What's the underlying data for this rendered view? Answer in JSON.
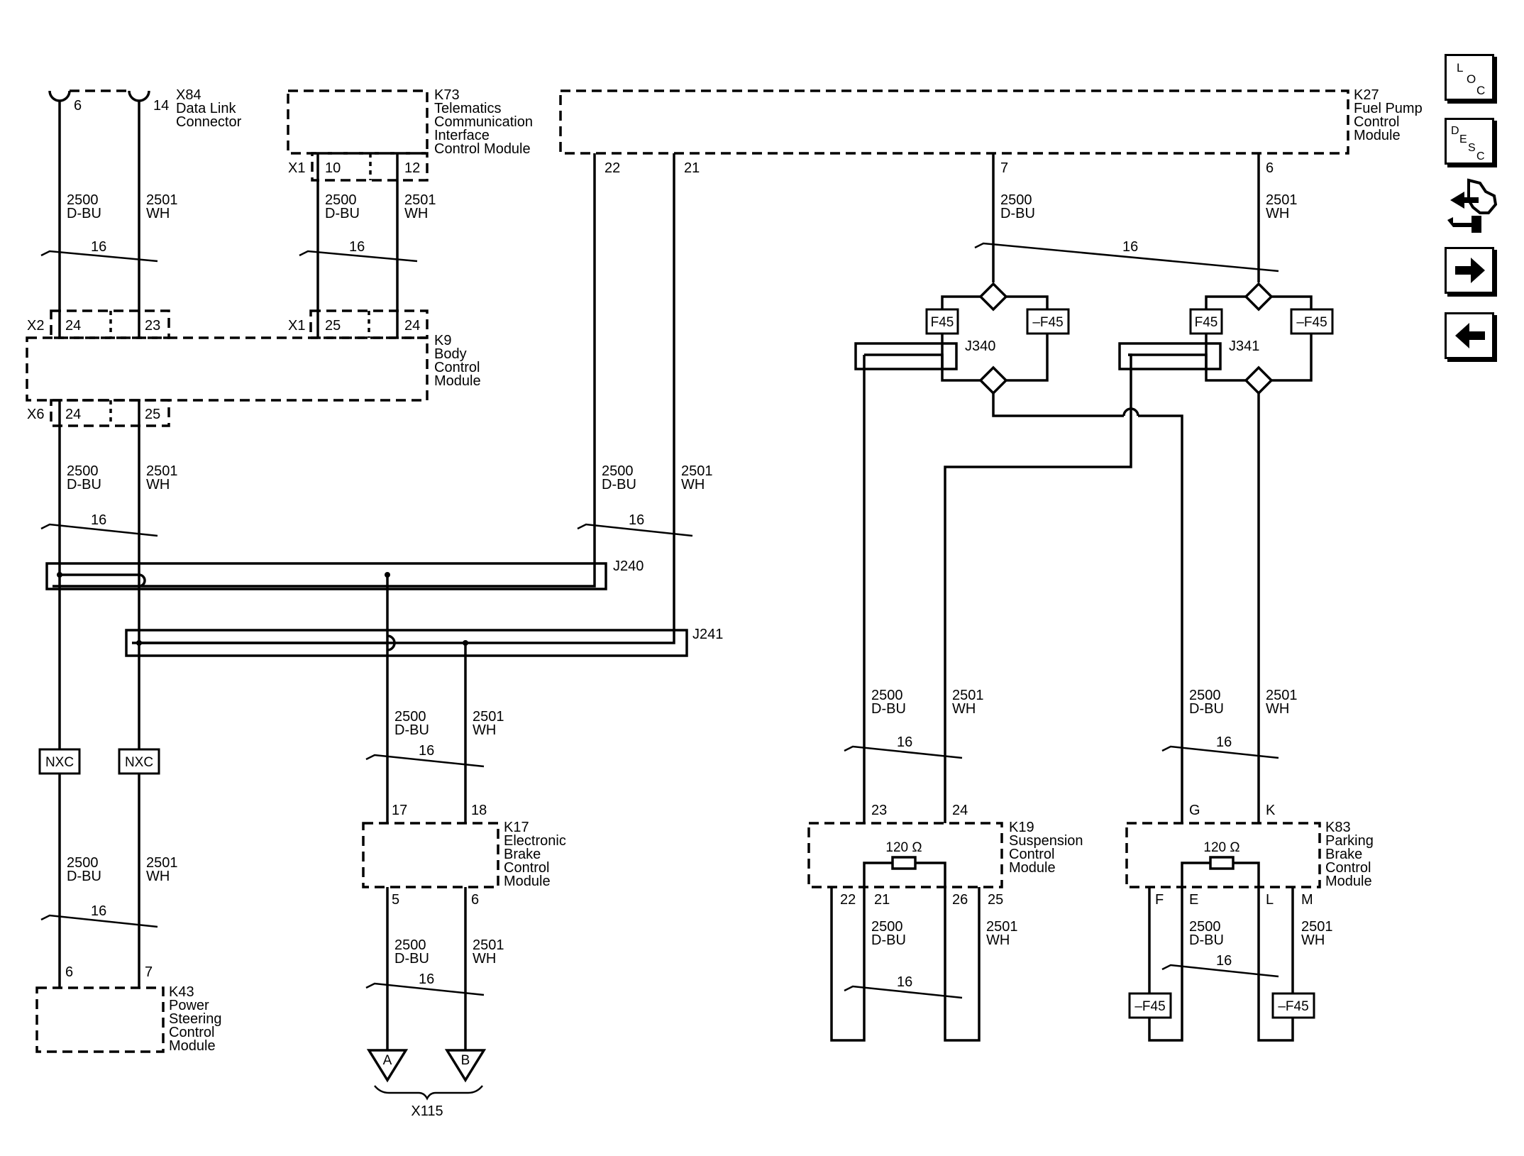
{
  "modules": {
    "x84": {
      "id": "X84",
      "l1": "Data Link",
      "l2": "Connector",
      "pin_a": "6",
      "pin_b": "14"
    },
    "k73": {
      "id": "K73",
      "l1": "Telematics",
      "l2": "Communication",
      "l3": "Interface",
      "l4": "Control Module",
      "conn": "X1",
      "pin_a": "10",
      "pin_b": "12"
    },
    "k27": {
      "id": "K27",
      "l1": "Fuel Pump",
      "l2": "Control",
      "l3": "Module",
      "pin_a": "22",
      "pin_b": "21",
      "pin_c": "7",
      "pin_d": "6"
    },
    "k9": {
      "id": "K9",
      "l1": "Body",
      "l2": "Control",
      "l3": "Module",
      "conn_x2": "X2",
      "x2_a": "24",
      "x2_b": "23",
      "conn_x1": "X1",
      "x1_a": "25",
      "x1_b": "24",
      "conn_x6": "X6",
      "x6_a": "24",
      "x6_b": "25"
    },
    "k43": {
      "id": "K43",
      "l1": "Power",
      "l2": "Steering",
      "l3": "Control",
      "l4": "Module",
      "pin_a": "6",
      "pin_b": "7"
    },
    "k17": {
      "id": "K17",
      "l1": "Electronic",
      "l2": "Brake",
      "l3": "Control",
      "l4": "Module",
      "in_a": "17",
      "in_b": "18",
      "out_a": "5",
      "out_b": "6"
    },
    "k19": {
      "id": "K19",
      "l1": "Suspension",
      "l2": "Control",
      "l3": "Module",
      "in_a": "23",
      "in_b": "24",
      "out_a": "22",
      "out_b": "21",
      "out_c": "26",
      "out_d": "25",
      "resistor": "120 Ω"
    },
    "k83": {
      "id": "K83",
      "l1": "Parking",
      "l2": "Brake",
      "l3": "Control",
      "l4": "Module",
      "in_a": "G",
      "in_b": "K",
      "out_a": "F",
      "out_b": "E",
      "out_c": "L",
      "out_d": "M",
      "resistor": "120 Ω"
    }
  },
  "splices": {
    "j240": "J240",
    "j241": "J241",
    "j340": "J340",
    "j341": "J341"
  },
  "wires": {
    "dbu_circuit": "2500",
    "dbu_color": "D-BU",
    "wh_circuit": "2501",
    "wh_color": "WH",
    "twist_gauge": "16"
  },
  "labels": {
    "nxc": "NXC",
    "f45": "F45",
    "not_f45": "–F45",
    "conn_a": "A",
    "conn_b": "B",
    "x115": "X115"
  },
  "sidebar": {
    "loc": {
      "l": "L",
      "o": "O",
      "c": "C"
    },
    "desc": {
      "d": "D",
      "e": "E",
      "s": "S",
      "c": "C"
    }
  }
}
